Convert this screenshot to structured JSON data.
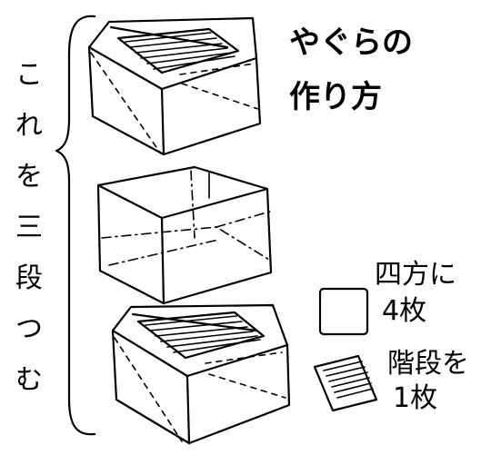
{
  "title": {
    "line1": "やぐらの",
    "line2": "作り方"
  },
  "brace_caption": "これを三段つむ",
  "legend": {
    "side_panel": {
      "line1": "四方に",
      "line2": "4枚"
    },
    "stair_panel": {
      "line1": "階段を",
      "line2": "1枚"
    }
  }
}
